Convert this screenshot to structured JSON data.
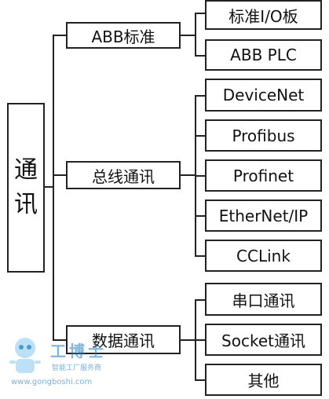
{
  "root": {
    "chars": [
      "通",
      "讯"
    ]
  },
  "branches": [
    {
      "label": "ABB标准",
      "leaves": [
        "标准I/O板",
        "ABB PLC"
      ]
    },
    {
      "label": "总线通讯",
      "leaves": [
        "DeviceNet",
        "Profibus",
        "Profinet",
        "EtherNet/IP",
        "CCLink"
      ]
    },
    {
      "label": "数据通讯",
      "leaves": [
        "串口通讯",
        "Socket通讯",
        "其他"
      ]
    }
  ],
  "watermark": {
    "title": "工博士",
    "slogan": "智能工厂服务商",
    "url": "www.gongboshi.com"
  }
}
